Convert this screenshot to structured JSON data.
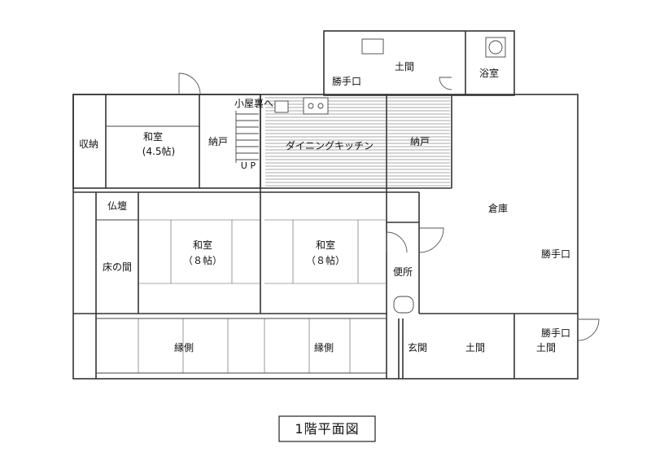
{
  "title": "1階平面図",
  "rooms": {
    "storage_small": "収納",
    "washitsu_small": "和室",
    "washitsu_small_size": "(4.5帖)",
    "nando_left": "納戸",
    "attic": "小屋裏へ",
    "stairs_up": "U P",
    "dining_kitchen": "ダイニングキッチン",
    "nando_right": "納戸",
    "katteguchi_top": "勝手口",
    "doma_top": "土間",
    "bath": "浴室",
    "butsudan": "仏壇",
    "tokonoma": "床の間",
    "washitsu_left": "和室",
    "washitsu_left_size": "（８帖）",
    "washitsu_right": "和室",
    "washitsu_right_size": "（８帖）",
    "toilet": "便所",
    "warehouse": "倉庫",
    "katteguchi_right": "勝手口",
    "katteguchi_bottom": "勝手口",
    "engawa_left": "縁側",
    "engawa_right": "縁側",
    "genkan": "玄関",
    "doma_genkan": "土間",
    "doma_right": "土間"
  }
}
